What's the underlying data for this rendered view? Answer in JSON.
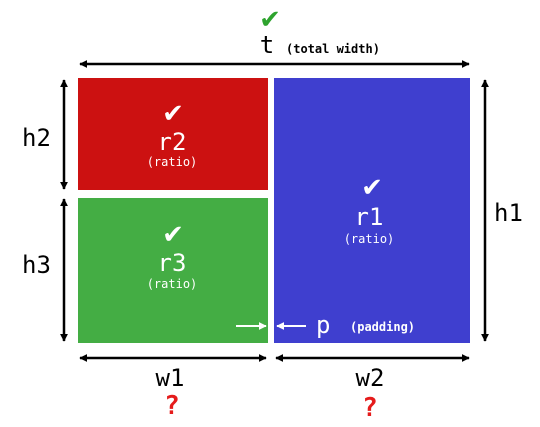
{
  "colors": {
    "r1": "#3f3fcf",
    "r2": "#cc1111",
    "r3": "#44ad44",
    "known_check": "#2ea32e",
    "unknown_mark": "#e51b1b",
    "arrow": "#000000"
  },
  "labels": {
    "t": "t",
    "t_note": "(total width)",
    "h1": "h1",
    "h2": "h2",
    "h3": "h3",
    "w1": "w1",
    "w2": "w2",
    "p": "p",
    "p_note": "(padding)"
  },
  "rects": {
    "r1": {
      "label": "r1",
      "note": "(ratio)"
    },
    "r2": {
      "label": "r2",
      "note": "(ratio)"
    },
    "r3": {
      "label": "r3",
      "note": "(ratio)"
    }
  },
  "marks": {
    "check": "✔",
    "unknown": "?"
  },
  "icons": {
    "known": "checkmark-icon",
    "unknown": "question-mark-icon"
  }
}
